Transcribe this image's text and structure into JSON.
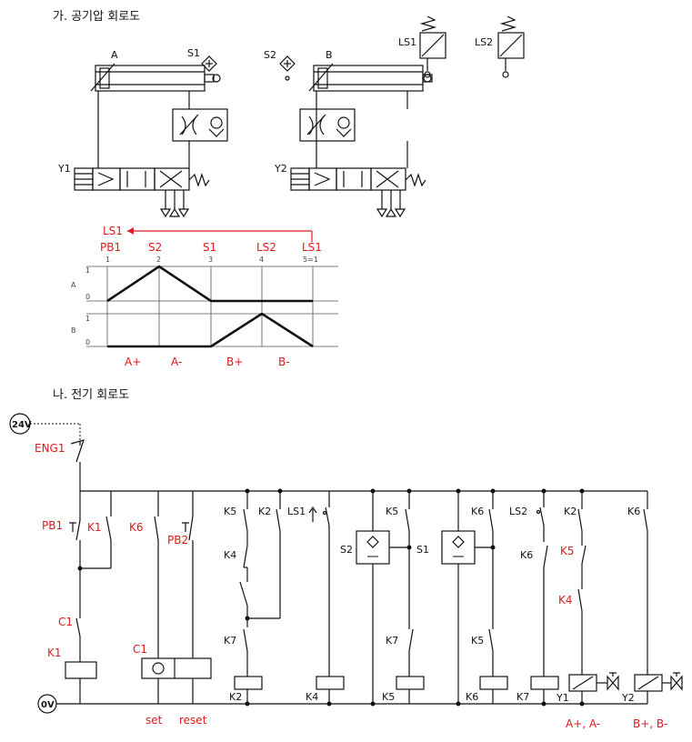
{
  "sections": {
    "pneumatic_title": "가. 공기압 회로도",
    "electric_title": "나. 전기 회로도"
  },
  "pneumatic": {
    "cyl_a": "A",
    "cyl_b": "B",
    "s1": "S1",
    "s2": "S2",
    "ls1": "LS1",
    "ls2": "LS2",
    "y1": "Y1",
    "y2": "Y2"
  },
  "displacement": {
    "loop_label": "LS1",
    "steps": [
      {
        "signal": "PB1",
        "num": "1"
      },
      {
        "signal": "S2",
        "num": "2"
      },
      {
        "signal": "S1",
        "num": "3"
      },
      {
        "signal": "LS2",
        "num": "4"
      },
      {
        "signal": "LS1",
        "num": "5=1"
      }
    ],
    "row_a": "A",
    "row_b": "B",
    "level_one": "1",
    "level_zero": "0",
    "motions": [
      "A+",
      "A-",
      "B+",
      "B-"
    ],
    "A_positions": [
      0,
      1,
      0,
      0,
      0
    ],
    "B_positions": [
      0,
      0,
      0,
      1,
      0
    ]
  },
  "electric": {
    "v24": "24V",
    "v0": "0V",
    "eng1": "ENG1",
    "pb1": "PB1",
    "k1_contact": "K1",
    "k6_contact": "K6",
    "pb2": "PB2",
    "c1_contact": "C1",
    "k1_coil": "K1",
    "c1_counter": "C1",
    "set": "set",
    "reset": "reset",
    "k5_a": "K5",
    "k2_a": "K2",
    "k4_a": "K4",
    "k7_a": "K7",
    "k2_coil": "K2",
    "ls1": "LS1",
    "k4_coil": "K4",
    "s2": "S2",
    "k5_b": "K5",
    "s1": "S1",
    "k7_b": "K7",
    "k5_coil": "K5",
    "k6_a": "K6",
    "k5_c": "K5",
    "k6_coil": "K6",
    "ls2": "LS2",
    "k6_b": "K6",
    "k7_coil": "K7",
    "k2_b": "K2",
    "k5_d": "K5",
    "k4_b": "K4",
    "y1": "Y1",
    "k6_c": "K6",
    "y2": "Y2",
    "y1_caption": "A+, A-",
    "y2_caption": "B+, B-"
  }
}
